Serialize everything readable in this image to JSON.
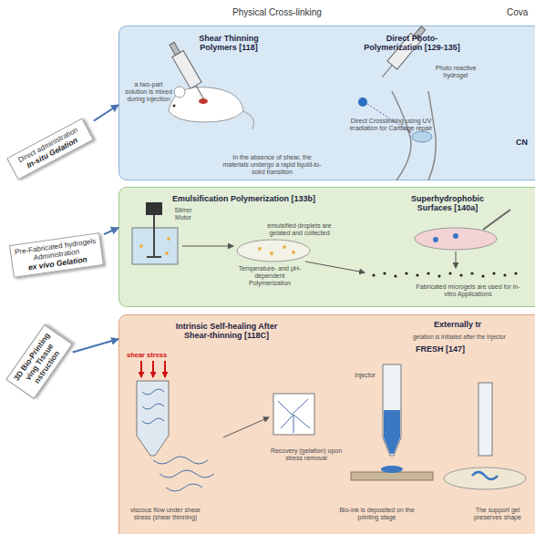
{
  "diagram": {
    "nodes": [
      {
        "text": [
          "Direct administration",
          "In-situ Gelation"
        ]
      },
      {
        "text": [
          "Pre-Fabricated hydrogels Administration",
          "ex vivo Gelation"
        ]
      },
      {
        "text": [
          "3D Bio-Printing ving Tissue nstruction"
        ]
      },
      {
        "text": [
          "Shear Thinning Polymers [118]",
          "Direct Photo-Polymerization [129-135]",
          "a two-part solution is mixed during injection",
          "In the absence of shear, the materials undergo a rapid liquid-to-solid transition",
          "Photo reactive hydrogel",
          "Direct Crosslinking using UV irradiation for Cartilage repair",
          "CN"
        ]
      },
      {
        "text": [
          "Emulsification Polymerization [133b]",
          "Superhydrophobic Surfaces [140a]",
          "Stirrer Motor",
          "emulsified droplets are gelated and collected",
          "Temperature- and pH- dependent Polymerization",
          "Fabricated microgels are used for in-vitro Applications"
        ]
      },
      {
        "text": [
          "Intrinsic Self-healing After Shear-thinning [118C]",
          "Externally tr",
          "gelation is initiated after the injector",
          "FRESH [147]",
          "shear stress",
          "Injector",
          "Recovery (gelation) upon stress removal",
          "viscous flow under shear stress (shear thinning)",
          "Bio-ink is deposited on the printing stage",
          "The support gel preserves shape"
        ]
      }
    ],
    "edges": [
      {
        "from": 0,
        "to": 3,
        "arrow": "to"
      },
      {
        "from": 1,
        "to": 4,
        "arrow": "to"
      },
      {
        "from": 2,
        "to": 5,
        "arrow": "to"
      }
    ],
    "labels": [
      "Physical Cross-linking",
      "Cova"
    ]
  }
}
